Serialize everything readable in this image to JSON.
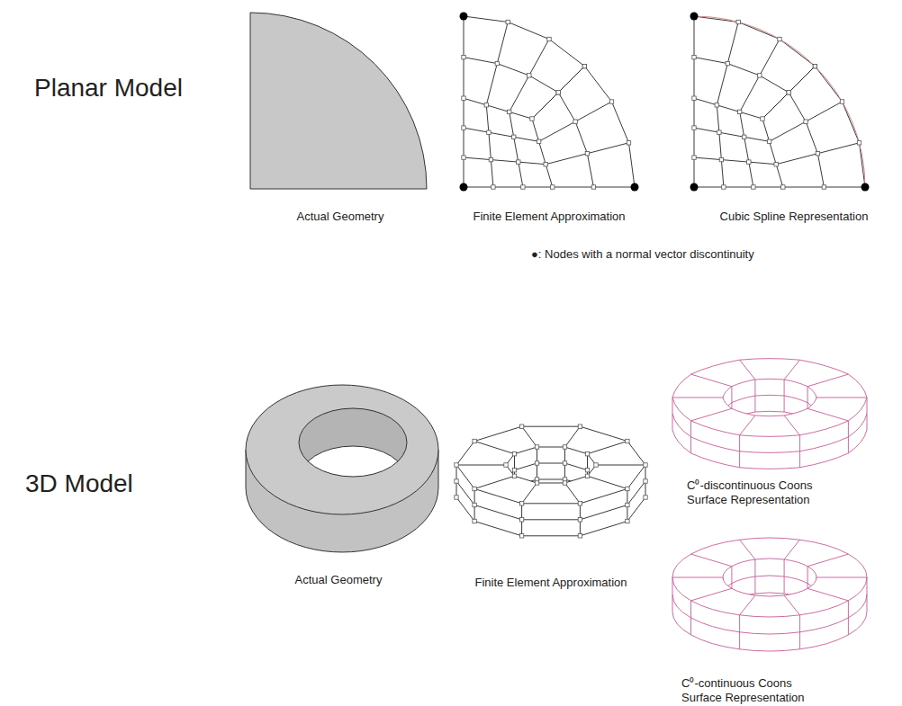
{
  "diagram": {
    "labels": [
      "Planar Model",
      "Actual Geometry",
      "Finite Element Approximation",
      "Cubic Spline Representation",
      "●: Nodes with a normal vector discontinuity",
      "3D Model",
      "Actual Geometry",
      "Finite Element Approximation",
      "C⁰-discontinuous Coons Surface Representation",
      "C⁰-continuous Coons Surface Representation"
    ]
  }
}
